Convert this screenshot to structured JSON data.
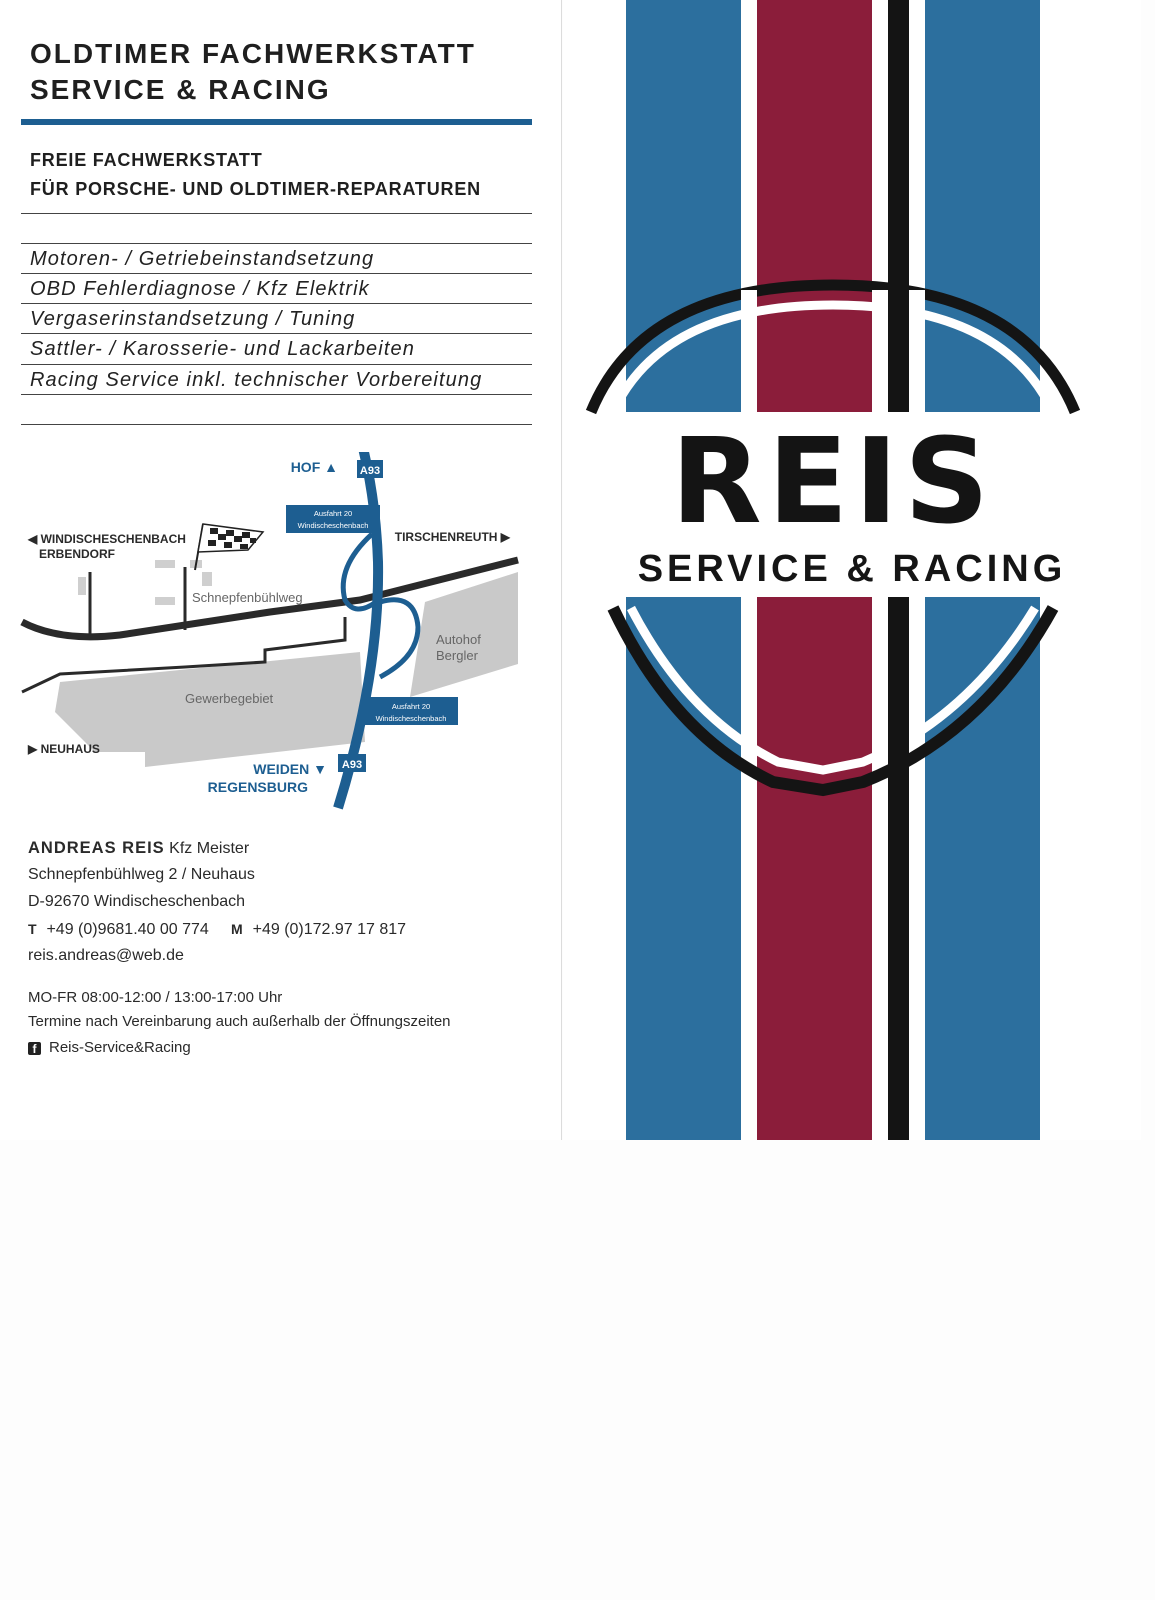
{
  "header": {
    "line1": "OLDTIMER FACHWERKSTATT",
    "line2": "SERVICE & RACING"
  },
  "subheader": {
    "line1": "FREIE FACHWERKSTATT",
    "line2": "FÜR PORSCHE- UND OLDTIMER-REPARATUREN"
  },
  "services": [
    "Motoren- / Getriebeinstandsetzung",
    "OBD Fehlerdiagnose / Kfz Elektrik",
    "Vergaserinstandsetzung / Tuning",
    "Sattler- / Karosserie- und Lackarbeiten",
    "Racing Service inkl. technischer Vorbereitung"
  ],
  "map": {
    "hof": "HOF ▲",
    "a93_top": "A93",
    "a93_bottom": "A93",
    "exit_top_1": "Ausfahrt 20",
    "exit_top_2": "Windischeschenbach",
    "exit_bottom_1": "Ausfahrt 20",
    "exit_bottom_2": "Windischeschenbach",
    "windisch": "◀ WINDISCHESCHENBACH",
    "erbendorf": "ERBENDORF",
    "tirschenreuth": "TIRSCHENREUTH ▶",
    "street": "Schnepfenbühlweg",
    "autohof_1": "Autohof",
    "autohof_2": "Bergler",
    "gewerbe": "Gewerbegebiet",
    "neuhaus": "▶ NEUHAUS",
    "weiden": "WEIDEN ▼",
    "regensburg": "REGENSBURG",
    "colors": {
      "road_blue": "#1d5e91",
      "road_dark": "#2a2a2a",
      "area_grey": "#c9c9c9"
    }
  },
  "contact": {
    "name": "ANDREAS REIS",
    "title": "Kfz Meister",
    "street": "Schnepfenbühlweg 2 / Neuhaus",
    "city": "D-92670 Windischeschenbach",
    "t_label": "T",
    "phone": "+49 (0)9681.40 00 774",
    "m_label": "M",
    "mobile": "+49 (0)172.97 17 817",
    "email": "reis.andreas@web.de",
    "hours": "MO-FR 08:00-12:00 / 13:00-17:00 Uhr",
    "hours_note": "Termine nach Vereinbarung auch außerhalb der Öffnungszeiten",
    "facebook_icon": "facebook-icon",
    "facebook": "Reis-Service&Racing"
  },
  "logo": {
    "wordmark": "REIS",
    "tagline": "SERVICE & RACING",
    "colors": {
      "blue": "#2c6f9e",
      "red": "#8b1d3a",
      "black": "#141414"
    }
  }
}
